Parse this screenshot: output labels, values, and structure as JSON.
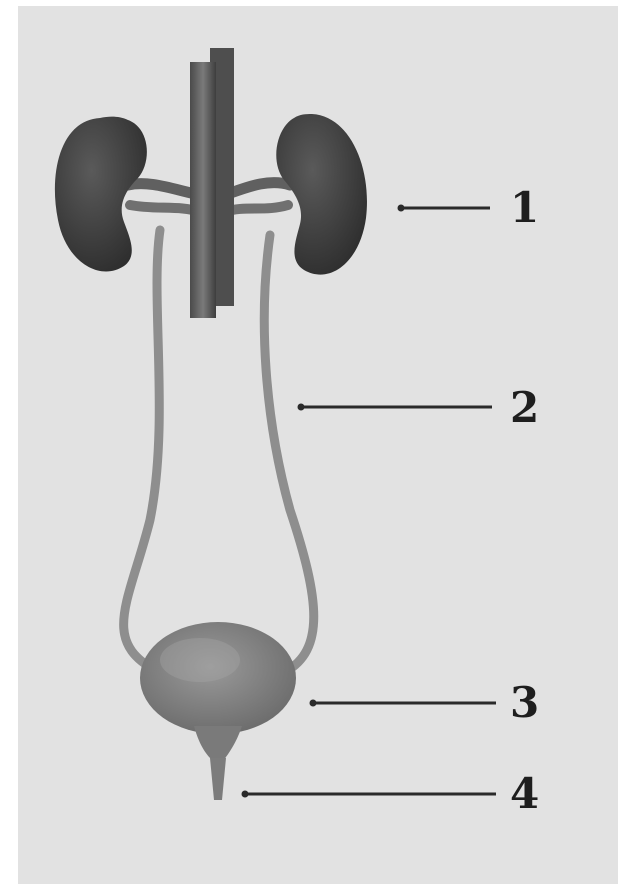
{
  "labels": [
    {
      "id": "1",
      "text": "1",
      "target": "kidney"
    },
    {
      "id": "2",
      "text": "2",
      "target": "ureter"
    },
    {
      "id": "3",
      "text": "3",
      "target": "bladder"
    },
    {
      "id": "4",
      "text": "4",
      "target": "urethra"
    }
  ],
  "colors": {
    "background": "#e2e2e2",
    "kidney": "#3c3c3c",
    "ureter": "#8a8a8a",
    "bladder": "#7f7f7f",
    "vessel": "#5c5c5c",
    "leader": "#2a2a2a"
  }
}
